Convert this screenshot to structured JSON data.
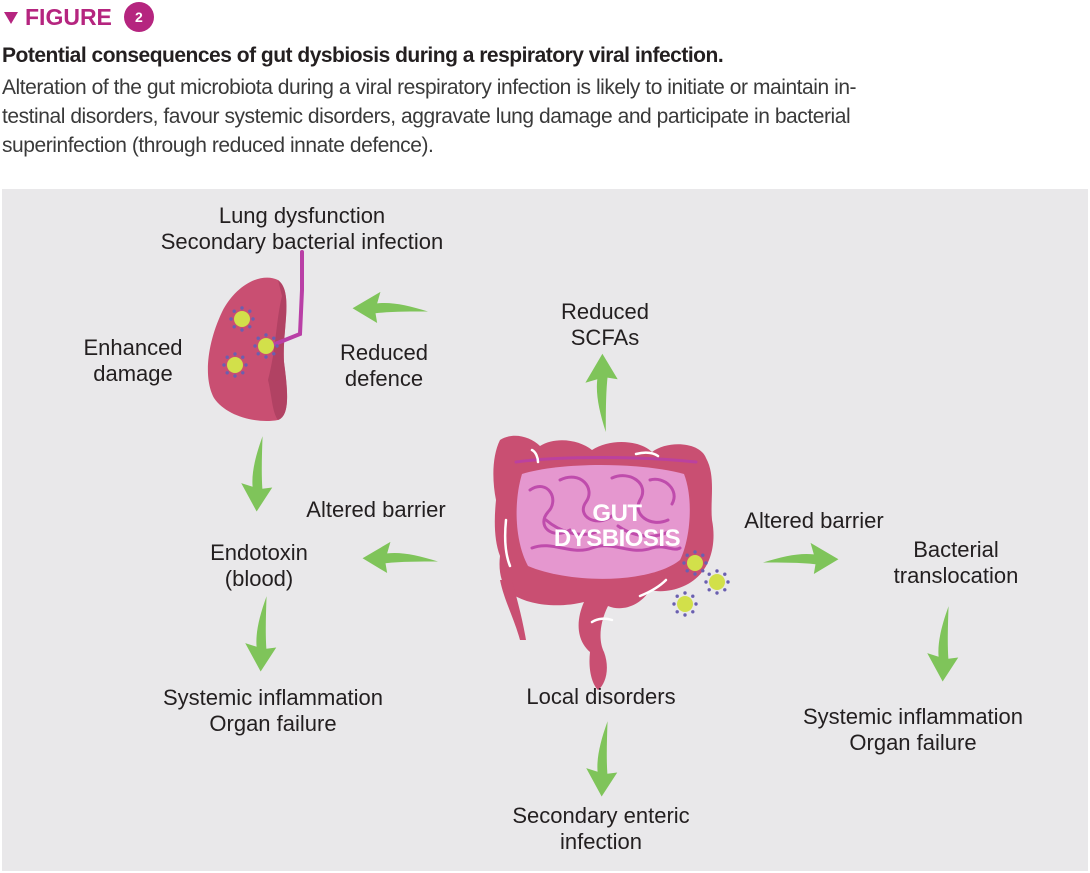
{
  "figure": {
    "label": "FIGURE",
    "number": "2",
    "accent_color": "#b5257f"
  },
  "caption": {
    "title": "Potential consequences of gut dysbiosis during a respiratory viral infection.",
    "body_lines": [
      "Alteration of the gut microbiota during a viral respiratory infection is likely to initiate or maintain in-",
      "testinal disorders, favour systemic disorders, aggravate lung damage and participate in bacterial",
      "superinfection (through reduced innate defence)."
    ]
  },
  "diagram": {
    "colors": {
      "panel": "#e9e8ea",
      "arrow": "#7fc45a",
      "organ": "#c94f72",
      "organ_dark": "#a83e5f",
      "mucosa": "#e597cf",
      "vessel": "#b93fa6",
      "virus": "#d2e04a",
      "virus_spike": "#6a5fb0"
    },
    "center_label": [
      "GUT",
      "DYSBIOSIS"
    ],
    "labels": {
      "lung_dysfunction": [
        "Lung dysfunction",
        "Secondary bacterial infection"
      ],
      "enhanced_damage": [
        "Enhanced",
        "damage"
      ],
      "reduced_defence": [
        "Reduced",
        "defence"
      ],
      "reduced_scfas": [
        "Reduced",
        "SCFAs"
      ],
      "altered_barrier_left": "Altered barrier",
      "endotoxin": [
        "Endotoxin",
        "(blood)"
      ],
      "systemic_left": [
        "Systemic inflammation",
        "Organ failure"
      ],
      "altered_barrier_right": "Altered barrier",
      "bacterial_translocation": [
        "Bacterial",
        "translocation"
      ],
      "systemic_right": [
        "Systemic inflammation",
        "Organ failure"
      ],
      "local_disorders": "Local disorders",
      "secondary_enteric": [
        "Secondary enteric",
        "infection"
      ]
    },
    "icons": {
      "lung": "lung-icon",
      "intestine": "intestine-icon",
      "virus": "virus-icon",
      "arrow": "curved-arrow-icon"
    }
  }
}
